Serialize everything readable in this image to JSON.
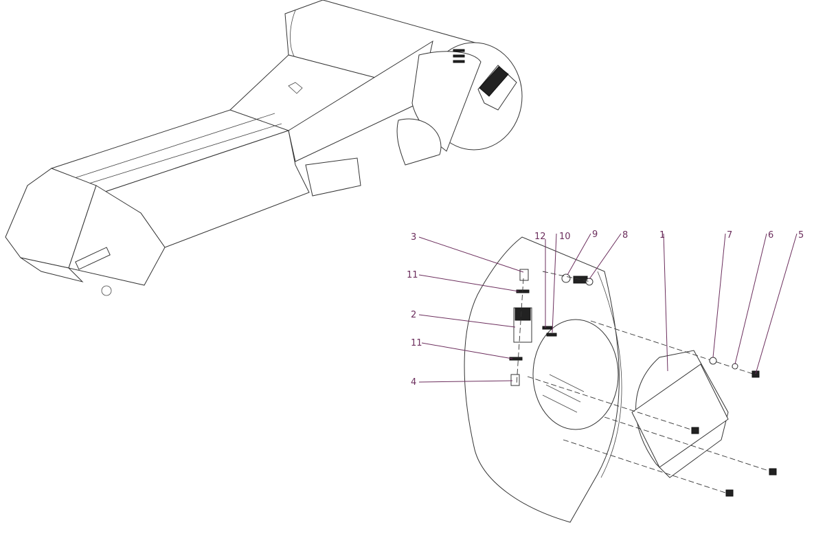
{
  "colors": {
    "callout": "#6b2d5c",
    "line": "#333333"
  },
  "callouts": [
    {
      "id": "3",
      "label": "3"
    },
    {
      "id": "11a",
      "label": "11"
    },
    {
      "id": "2",
      "label": "2"
    },
    {
      "id": "11b",
      "label": "11"
    },
    {
      "id": "4",
      "label": "4"
    },
    {
      "id": "12",
      "label": "12"
    },
    {
      "id": "10",
      "label": "10"
    },
    {
      "id": "9",
      "label": "9"
    },
    {
      "id": "8",
      "label": "8"
    },
    {
      "id": "1",
      "label": "1"
    },
    {
      "id": "7",
      "label": "7"
    },
    {
      "id": "6",
      "label": "6"
    },
    {
      "id": "5",
      "label": "5"
    }
  ]
}
